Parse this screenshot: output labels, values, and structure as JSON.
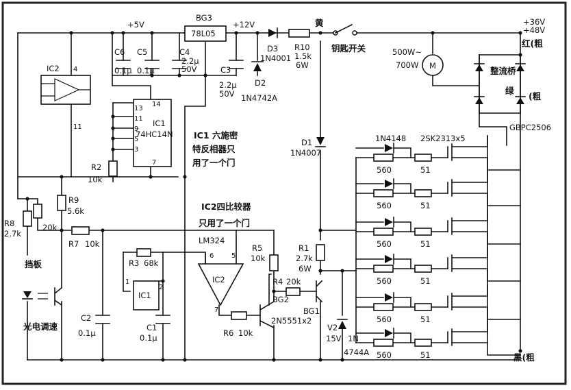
{
  "labels": {
    "p5v": "+5V",
    "bg3": "BG3",
    "reg": "78L05",
    "p12v": "+12V",
    "huang": "黄",
    "p36v": "+36V",
    "p48v": "+48V",
    "hong": "红(粗",
    "ic2": "IC2",
    "pin4": "4",
    "pin11": "11",
    "c6": "C6",
    "c6v": "0.1µ",
    "c5": "C5",
    "c5v": "0.1µ",
    "c4": "C4",
    "c4v1": "2.2µ",
    "c4v2": "50V",
    "d3": "D3",
    "d3v": "1N4001",
    "r10": "R10",
    "r10v1": "1.5k",
    "r10v2": "6W",
    "key": "钥匙开关",
    "power1": "500W~",
    "power2": "700W",
    "motor": "M",
    "bridge": "整流桥",
    "lv": "绿",
    "cu": "(粗",
    "gbpc": "GBPC2506",
    "c3": "C3",
    "c3v1": "2.2µ",
    "c3v2": "50V",
    "d2": "D2",
    "d2v": "1N4742A",
    "ic1": "IC1",
    "ic1chip": "74HC14N",
    "p13": "13",
    "p11": "11",
    "p9": "9",
    "p5": "5",
    "p3": "3",
    "p14": "14",
    "p7": "7",
    "note1a": "IC1 六施密",
    "note1b": "特反相器只",
    "note1c": "用了一个门",
    "d1": "D1",
    "d1v": "1N4007",
    "n4148": "1N4148",
    "sk": "2SK2313x5",
    "r2": "R2",
    "r2v": "10k",
    "r9": "R9",
    "r9v": "5.6k",
    "r8": "R8",
    "r8v": "2.7k",
    "r20k": "20k",
    "note2a": "IC2四比较器",
    "note2b": "只用了一个门",
    "r7": "R7",
    "r7v": "10k",
    "lm324": "LM324",
    "p6": "6",
    "p5b": "5",
    "p7b": "7",
    "ic2b": "IC2",
    "r3": "R3",
    "r3v": "68k",
    "ic1b": "IC1",
    "p1": "1",
    "p2": "2",
    "r5": "R5",
    "r5v": "10k",
    "r1": "R1",
    "r1v1": "2.7k",
    "r1v2": "6W",
    "r4": "R4",
    "r4v": "20k",
    "dangban": "挡板",
    "guang": "光电调速",
    "c2": "C2",
    "c2v": "0.1µ",
    "c1": "C1",
    "c1v": "0.1µ",
    "r6": "R6",
    "r6v": "10k",
    "bg2": "BG2",
    "bg2v": "2N5551x2",
    "bg1": "BG1",
    "v2": "V2",
    "v2v": "15V",
    "n1": "1N",
    "n2": "4744A",
    "r560": "560",
    "r51": "51",
    "hei": "黑(粗"
  }
}
